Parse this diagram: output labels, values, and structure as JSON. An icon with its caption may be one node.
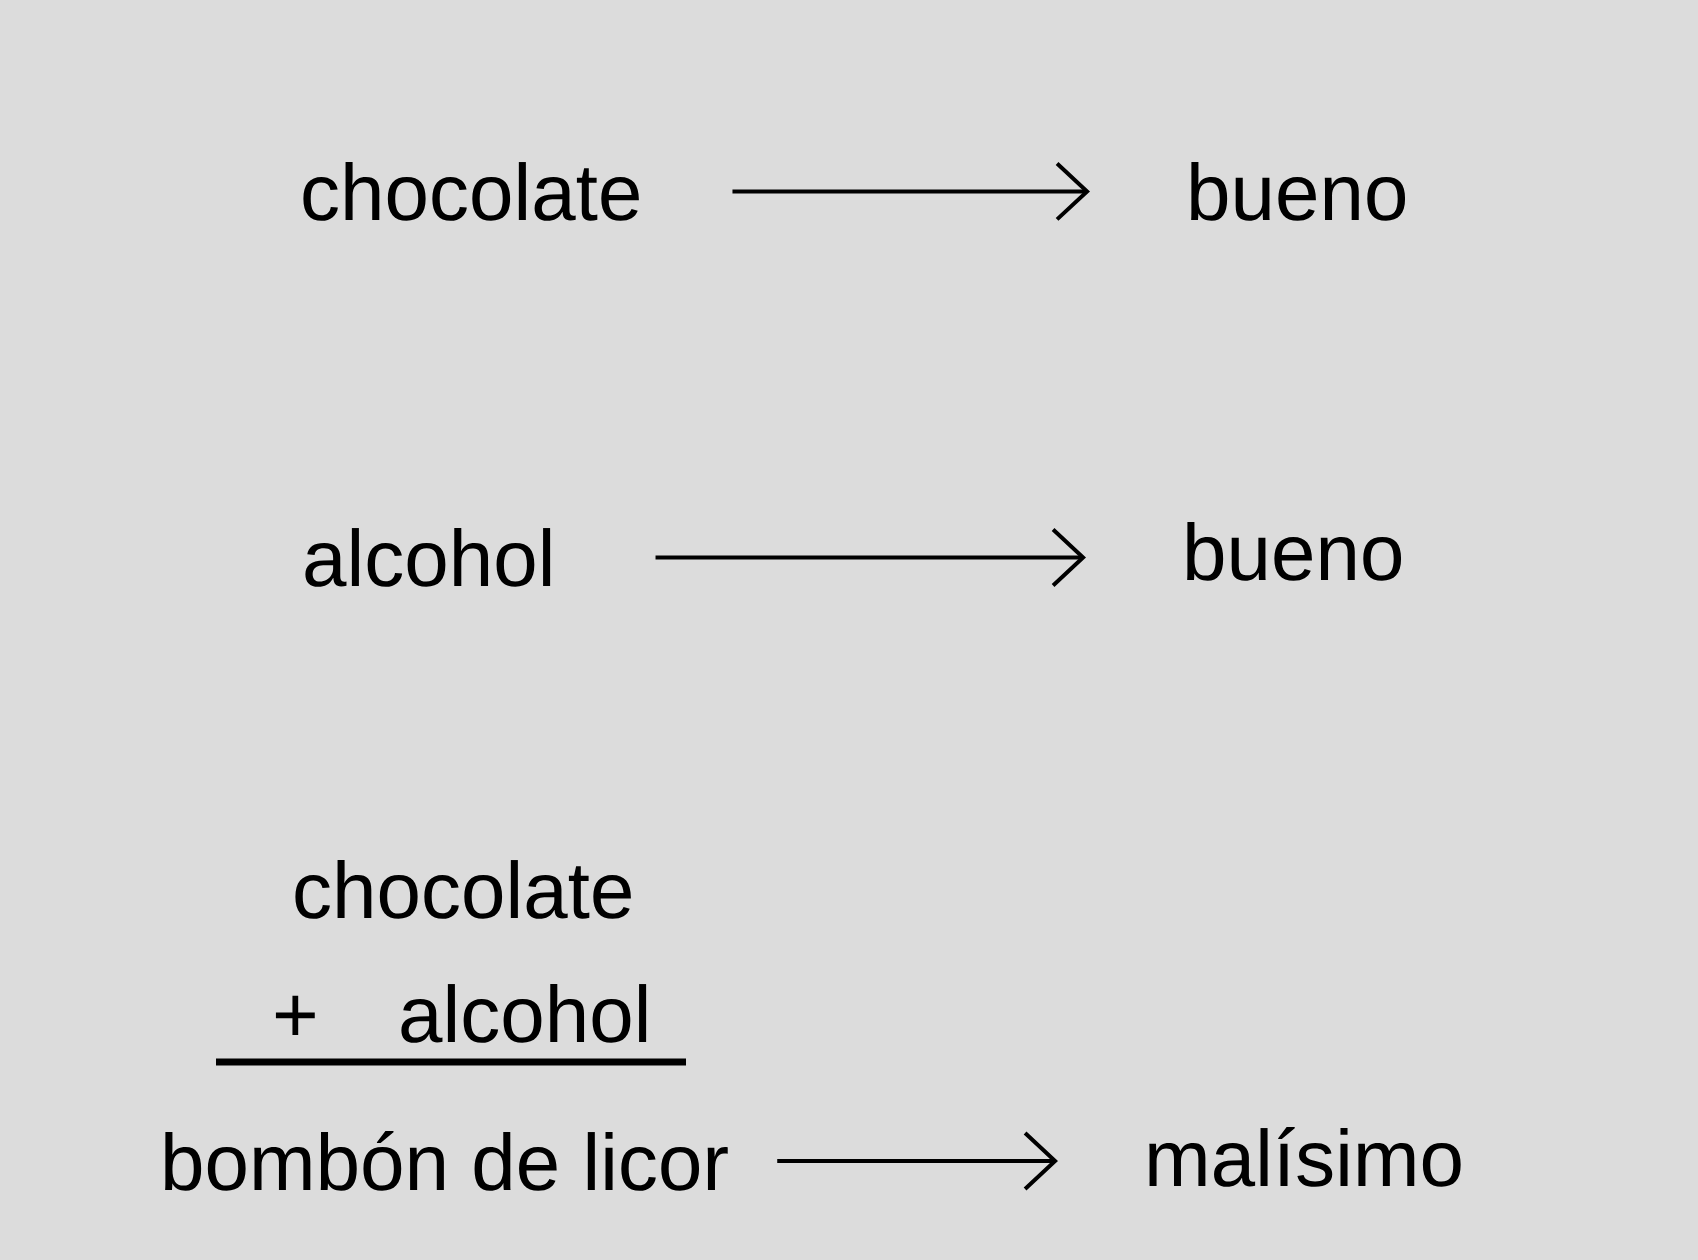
{
  "diagram": {
    "nodes": [
      {
        "text": [
          "chocolate"
        ]
      },
      {
        "text": [
          "bueno"
        ]
      },
      {
        "text": [
          "alcohol"
        ]
      },
      {
        "text": [
          "bueno"
        ]
      },
      {
        "text": [
          "bombón de licor"
        ]
      },
      {
        "text": [
          "malísimo"
        ]
      }
    ],
    "edges": [
      {
        "from": 0,
        "to": 1,
        "arrow": "to"
      },
      {
        "from": 2,
        "to": 3,
        "arrow": "to"
      },
      {
        "from": 4,
        "to": 5,
        "arrow": "to"
      }
    ],
    "labels": [
      "chocolate",
      "+",
      "alcohol"
    ]
  }
}
